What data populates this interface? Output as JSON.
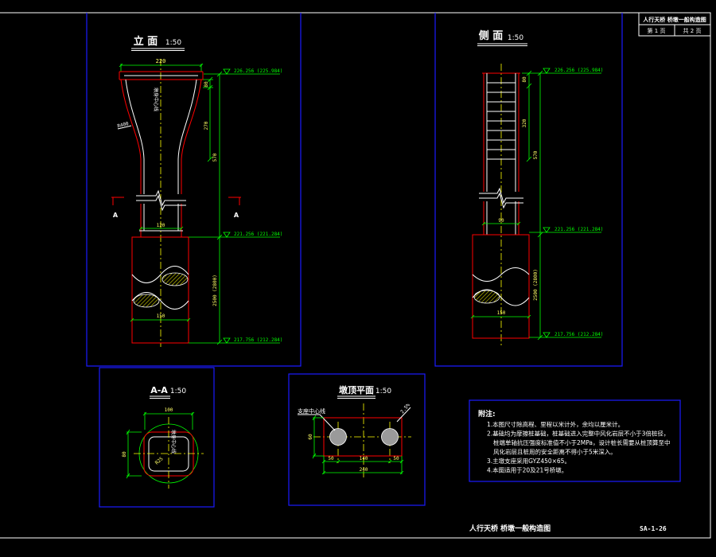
{
  "title_block": {
    "drawing_title": "人行天桥 桥墩一般构造图",
    "page": "第 1 页",
    "total": "共 2 页"
  },
  "elevation_view": {
    "title": "立 面",
    "scale": "1:50",
    "dim_top_width": "220",
    "dim_column_width": "120",
    "dim_pile_width": "150",
    "dim_cap": "80",
    "dim_flare": "270",
    "dim_column_height": "570",
    "dim_pile_length": "2500 (2800)",
    "level_top": "226.256 (225.984)",
    "level_pile_top": "221.256 (221.284)",
    "level_pile_bottom": "217.756 (212.284)",
    "section_mark_left": "A",
    "section_mark_right": "A",
    "radius_label": "R400",
    "centerline_label": "墩身中心线"
  },
  "side_view": {
    "title": "侧 面",
    "scale": "1:50",
    "dim_column_width": "90",
    "dim_pile_width": "150",
    "dim_cap": "80",
    "dim_upper": "320",
    "dim_column_height": "570",
    "dim_pile_length": "2500 (2800)",
    "level_top": "226.256 (225.984)",
    "level_pile_top": "221.256 (221.284)",
    "level_pile_bottom": "217.756 (212.284)"
  },
  "section_aa": {
    "title": "A-A",
    "scale": "1:50",
    "dim_width": "100",
    "dim_depth": "80",
    "corner_label": "R25",
    "centerline_label": "墩身中心线"
  },
  "pier_top_plan": {
    "title": "墩顶平面",
    "scale": "1:50",
    "bearing_label": "支座中心线",
    "slope_label": "2.5%",
    "dim_left_edge": "50",
    "dim_between": "140",
    "dim_right_edge": "50",
    "dim_total": "240",
    "dim_depth": "60"
  },
  "notes": {
    "heading": "附注:",
    "lines": [
      "1.本图尺寸除高程、里程以米计外，余均以厘米计。",
      "2.基础均为摩擦桩基础，桩基础进入完整中风化岩层不小于3倍桩径，",
      "桩端单轴抗压强度标准值不小于2MPa，设计桩长需要从桩顶算至中",
      "风化岩层且桩周的安全距离不得小于5米深入。",
      "3.主墩支座采用GYZ450×65。",
      "4.本图适用于20及21号桥墩。"
    ]
  },
  "footer": {
    "drawing_title": "人行天桥 桥墩一般构造图",
    "drawing_number": "SA-1-26"
  },
  "colors": {
    "background": "#000000",
    "frame": "#ffffff",
    "view_border": "#1a1aff",
    "outline": "#ff0000",
    "dimension": "#00ff00",
    "centerline": "#ffff00",
    "bearing": "#9a9a9a"
  }
}
